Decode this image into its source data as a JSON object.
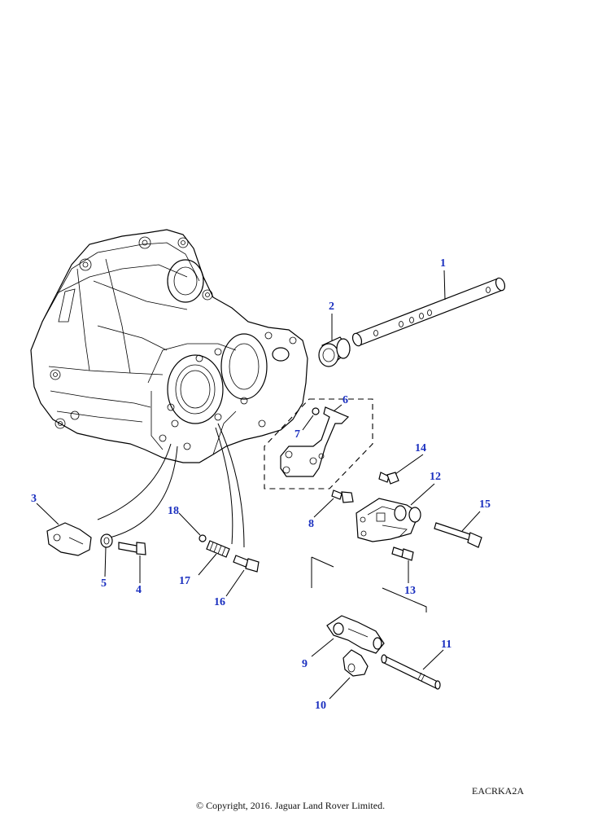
{
  "callouts": [
    {
      "id": "c1",
      "text": "1"
    },
    {
      "id": "c2",
      "text": "2"
    },
    {
      "id": "c3",
      "text": "3"
    },
    {
      "id": "c4",
      "text": "4"
    },
    {
      "id": "c5",
      "text": "5"
    },
    {
      "id": "c6",
      "text": "6"
    },
    {
      "id": "c7",
      "text": "7"
    },
    {
      "id": "c8",
      "text": "8"
    },
    {
      "id": "c9",
      "text": "9"
    },
    {
      "id": "c10",
      "text": "10"
    },
    {
      "id": "c11",
      "text": "11"
    },
    {
      "id": "c12",
      "text": "12"
    },
    {
      "id": "c13",
      "text": "13"
    },
    {
      "id": "c14",
      "text": "14"
    },
    {
      "id": "c15",
      "text": "15"
    },
    {
      "id": "c16",
      "text": "16"
    },
    {
      "id": "c17",
      "text": "17"
    },
    {
      "id": "c18",
      "text": "18"
    }
  ],
  "figure_code": "EACRKA2A",
  "copyright": "© Copyright, 2016. Jaguar Land Rover Limited.",
  "colors": {
    "callout": "#1a2fbf",
    "line": "#000000"
  }
}
